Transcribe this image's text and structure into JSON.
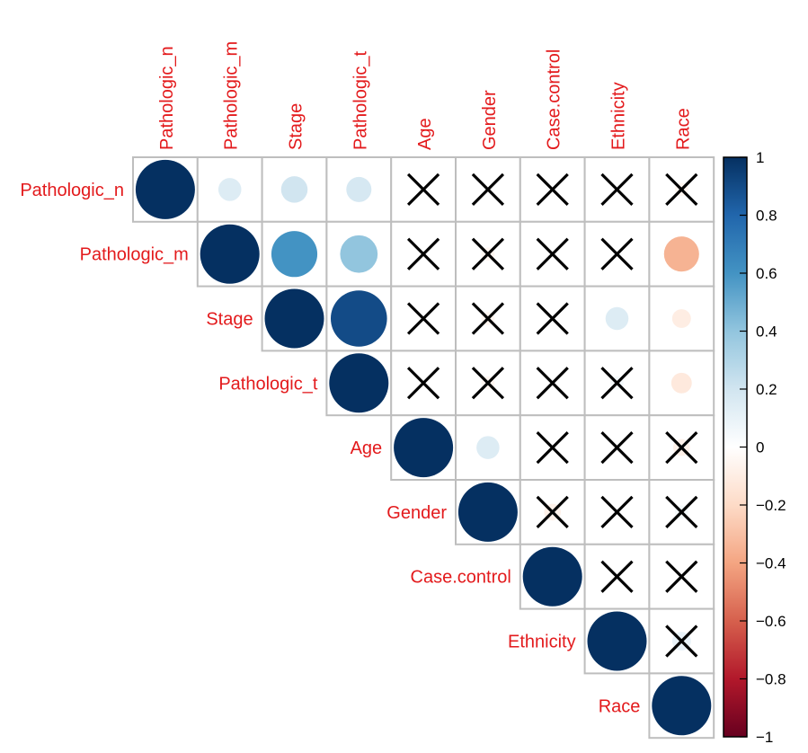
{
  "chart_data": {
    "type": "heatmap",
    "subtype": "correlation-matrix-upper-triangle",
    "marker": "circle",
    "insignificant_marker": "cross",
    "variables": [
      "Pathologic_n",
      "Pathologic_m",
      "Stage",
      "Pathologic_t",
      "Age",
      "Gender",
      "Case.control",
      "Ethnicity",
      "Race"
    ],
    "cells": [
      {
        "row": 0,
        "col": 0,
        "value": 1.0,
        "significant": true
      },
      {
        "row": 0,
        "col": 1,
        "value": 0.15,
        "significant": true
      },
      {
        "row": 0,
        "col": 2,
        "value": 0.2,
        "significant": true
      },
      {
        "row": 0,
        "col": 3,
        "value": 0.18,
        "significant": true
      },
      {
        "row": 0,
        "col": 4,
        "value": 0.0,
        "significant": false
      },
      {
        "row": 0,
        "col": 5,
        "value": 0.0,
        "significant": false
      },
      {
        "row": 0,
        "col": 6,
        "value": 0.0,
        "significant": false
      },
      {
        "row": 0,
        "col": 7,
        "value": 0.0,
        "significant": false
      },
      {
        "row": 0,
        "col": 8,
        "value": -0.05,
        "significant": false
      },
      {
        "row": 1,
        "col": 1,
        "value": 1.0,
        "significant": true
      },
      {
        "row": 1,
        "col": 2,
        "value": 0.6,
        "significant": true
      },
      {
        "row": 1,
        "col": 3,
        "value": 0.4,
        "significant": true
      },
      {
        "row": 1,
        "col": 4,
        "value": 0.0,
        "significant": false
      },
      {
        "row": 1,
        "col": 5,
        "value": -0.05,
        "significant": false
      },
      {
        "row": 1,
        "col": 6,
        "value": 0.0,
        "significant": false
      },
      {
        "row": 1,
        "col": 7,
        "value": 0.0,
        "significant": false
      },
      {
        "row": 1,
        "col": 8,
        "value": -0.35,
        "significant": true
      },
      {
        "row": 2,
        "col": 2,
        "value": 1.0,
        "significant": true
      },
      {
        "row": 2,
        "col": 3,
        "value": 0.9,
        "significant": true
      },
      {
        "row": 2,
        "col": 4,
        "value": 0.0,
        "significant": false
      },
      {
        "row": 2,
        "col": 5,
        "value": -0.05,
        "significant": false
      },
      {
        "row": 2,
        "col": 6,
        "value": 0.0,
        "significant": false
      },
      {
        "row": 2,
        "col": 7,
        "value": 0.15,
        "significant": true
      },
      {
        "row": 2,
        "col": 8,
        "value": -0.1,
        "significant": true
      },
      {
        "row": 3,
        "col": 3,
        "value": 1.0,
        "significant": true
      },
      {
        "row": 3,
        "col": 4,
        "value": 0.0,
        "significant": false
      },
      {
        "row": 3,
        "col": 5,
        "value": -0.05,
        "significant": false
      },
      {
        "row": 3,
        "col": 6,
        "value": 0.0,
        "significant": false
      },
      {
        "row": 3,
        "col": 7,
        "value": 0.05,
        "significant": false
      },
      {
        "row": 3,
        "col": 8,
        "value": -0.12,
        "significant": true
      },
      {
        "row": 4,
        "col": 4,
        "value": 1.0,
        "significant": true
      },
      {
        "row": 4,
        "col": 5,
        "value": 0.15,
        "significant": true
      },
      {
        "row": 4,
        "col": 6,
        "value": 0.0,
        "significant": false
      },
      {
        "row": 4,
        "col": 7,
        "value": 0.0,
        "significant": false
      },
      {
        "row": 4,
        "col": 8,
        "value": -0.08,
        "significant": false
      },
      {
        "row": 5,
        "col": 5,
        "value": 1.0,
        "significant": true
      },
      {
        "row": 5,
        "col": 6,
        "value": -0.08,
        "significant": false
      },
      {
        "row": 5,
        "col": 7,
        "value": 0.0,
        "significant": false
      },
      {
        "row": 5,
        "col": 8,
        "value": 0.05,
        "significant": false
      },
      {
        "row": 6,
        "col": 6,
        "value": 1.0,
        "significant": true
      },
      {
        "row": 6,
        "col": 7,
        "value": 0.0,
        "significant": false
      },
      {
        "row": 6,
        "col": 8,
        "value": 0.0,
        "significant": false
      },
      {
        "row": 7,
        "col": 7,
        "value": 1.0,
        "significant": true
      },
      {
        "row": 7,
        "col": 8,
        "value": 0.1,
        "significant": false
      },
      {
        "row": 8,
        "col": 8,
        "value": 1.0,
        "significant": true
      }
    ],
    "colorbar": {
      "range": [
        -1,
        1
      ],
      "ticks": [
        1,
        0.8,
        0.6,
        0.4,
        0.2,
        0,
        -0.2,
        -0.4,
        -0.6,
        -0.8,
        -1
      ],
      "tick_labels": [
        "1",
        "0.8",
        "0.6",
        "0.4",
        "0.2",
        "0",
        "−0.2",
        "−0.4",
        "−0.6",
        "−0.8",
        "−1"
      ],
      "palette": [
        "#67001F",
        "#B2182B",
        "#D6604D",
        "#F4A582",
        "#FDDBC7",
        "#FFFFFF",
        "#D1E5F0",
        "#92C5DE",
        "#4393C3",
        "#2166AC",
        "#053061"
      ],
      "position": "right"
    },
    "label_color": "#E31A1C",
    "grid_color": "#BEBEBE",
    "cross_color": "#000000"
  }
}
